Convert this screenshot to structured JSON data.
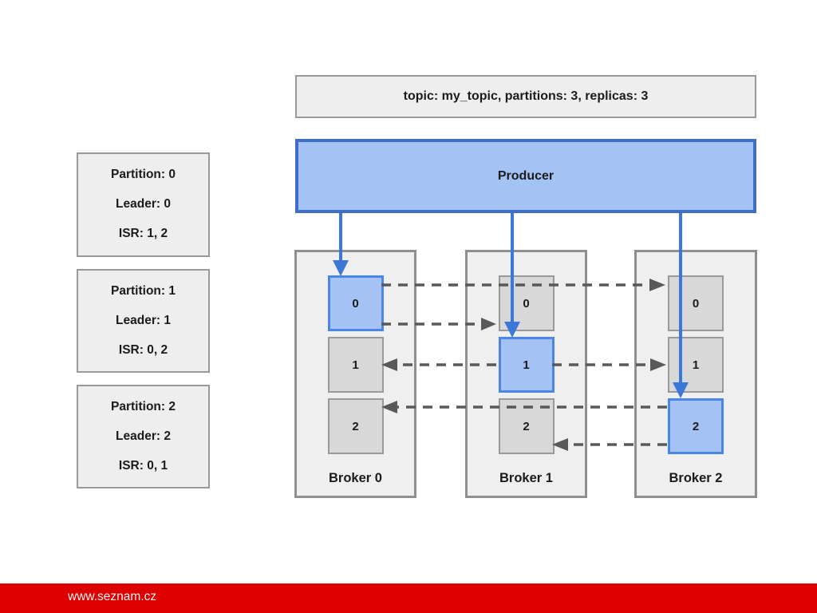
{
  "slide": {
    "topic_info": "topic: my_topic, partitions: 3, replicas: 3",
    "producer": {
      "label": "Producer"
    },
    "partition_info": [
      {
        "partition": "Partition: 0",
        "leader": "Leader: 0",
        "isr": "ISR: 1, 2"
      },
      {
        "partition": "Partition: 1",
        "leader": "Leader: 1",
        "isr": "ISR: 0, 2"
      },
      {
        "partition": "Partition: 2",
        "leader": "Leader: 2",
        "isr": "ISR: 0, 1"
      }
    ],
    "brokers": [
      {
        "label": "Broker 0",
        "partitions": [
          "0",
          "1",
          "2"
        ],
        "leader_partition": "0"
      },
      {
        "label": "Broker 1",
        "partitions": [
          "0",
          "1",
          "2"
        ],
        "leader_partition": "1"
      },
      {
        "label": "Broker 2",
        "partitions": [
          "0",
          "1",
          "2"
        ],
        "leader_partition": "2"
      }
    ],
    "footer": {
      "url": "www.seznam.cz"
    },
    "colors": {
      "brand_red": "#dd0000",
      "producer_fill": "#a4c2f4",
      "producer_border": "#3e6fc4",
      "leader_fill": "#a4c2f4",
      "leader_border": "#4a86e8",
      "replica_fill": "#d8d8d8",
      "panel_fill": "#eeeeee",
      "panel_border": "#999999",
      "producer_arrow": "#3c78d8",
      "replication_arrow": "#595959"
    }
  }
}
